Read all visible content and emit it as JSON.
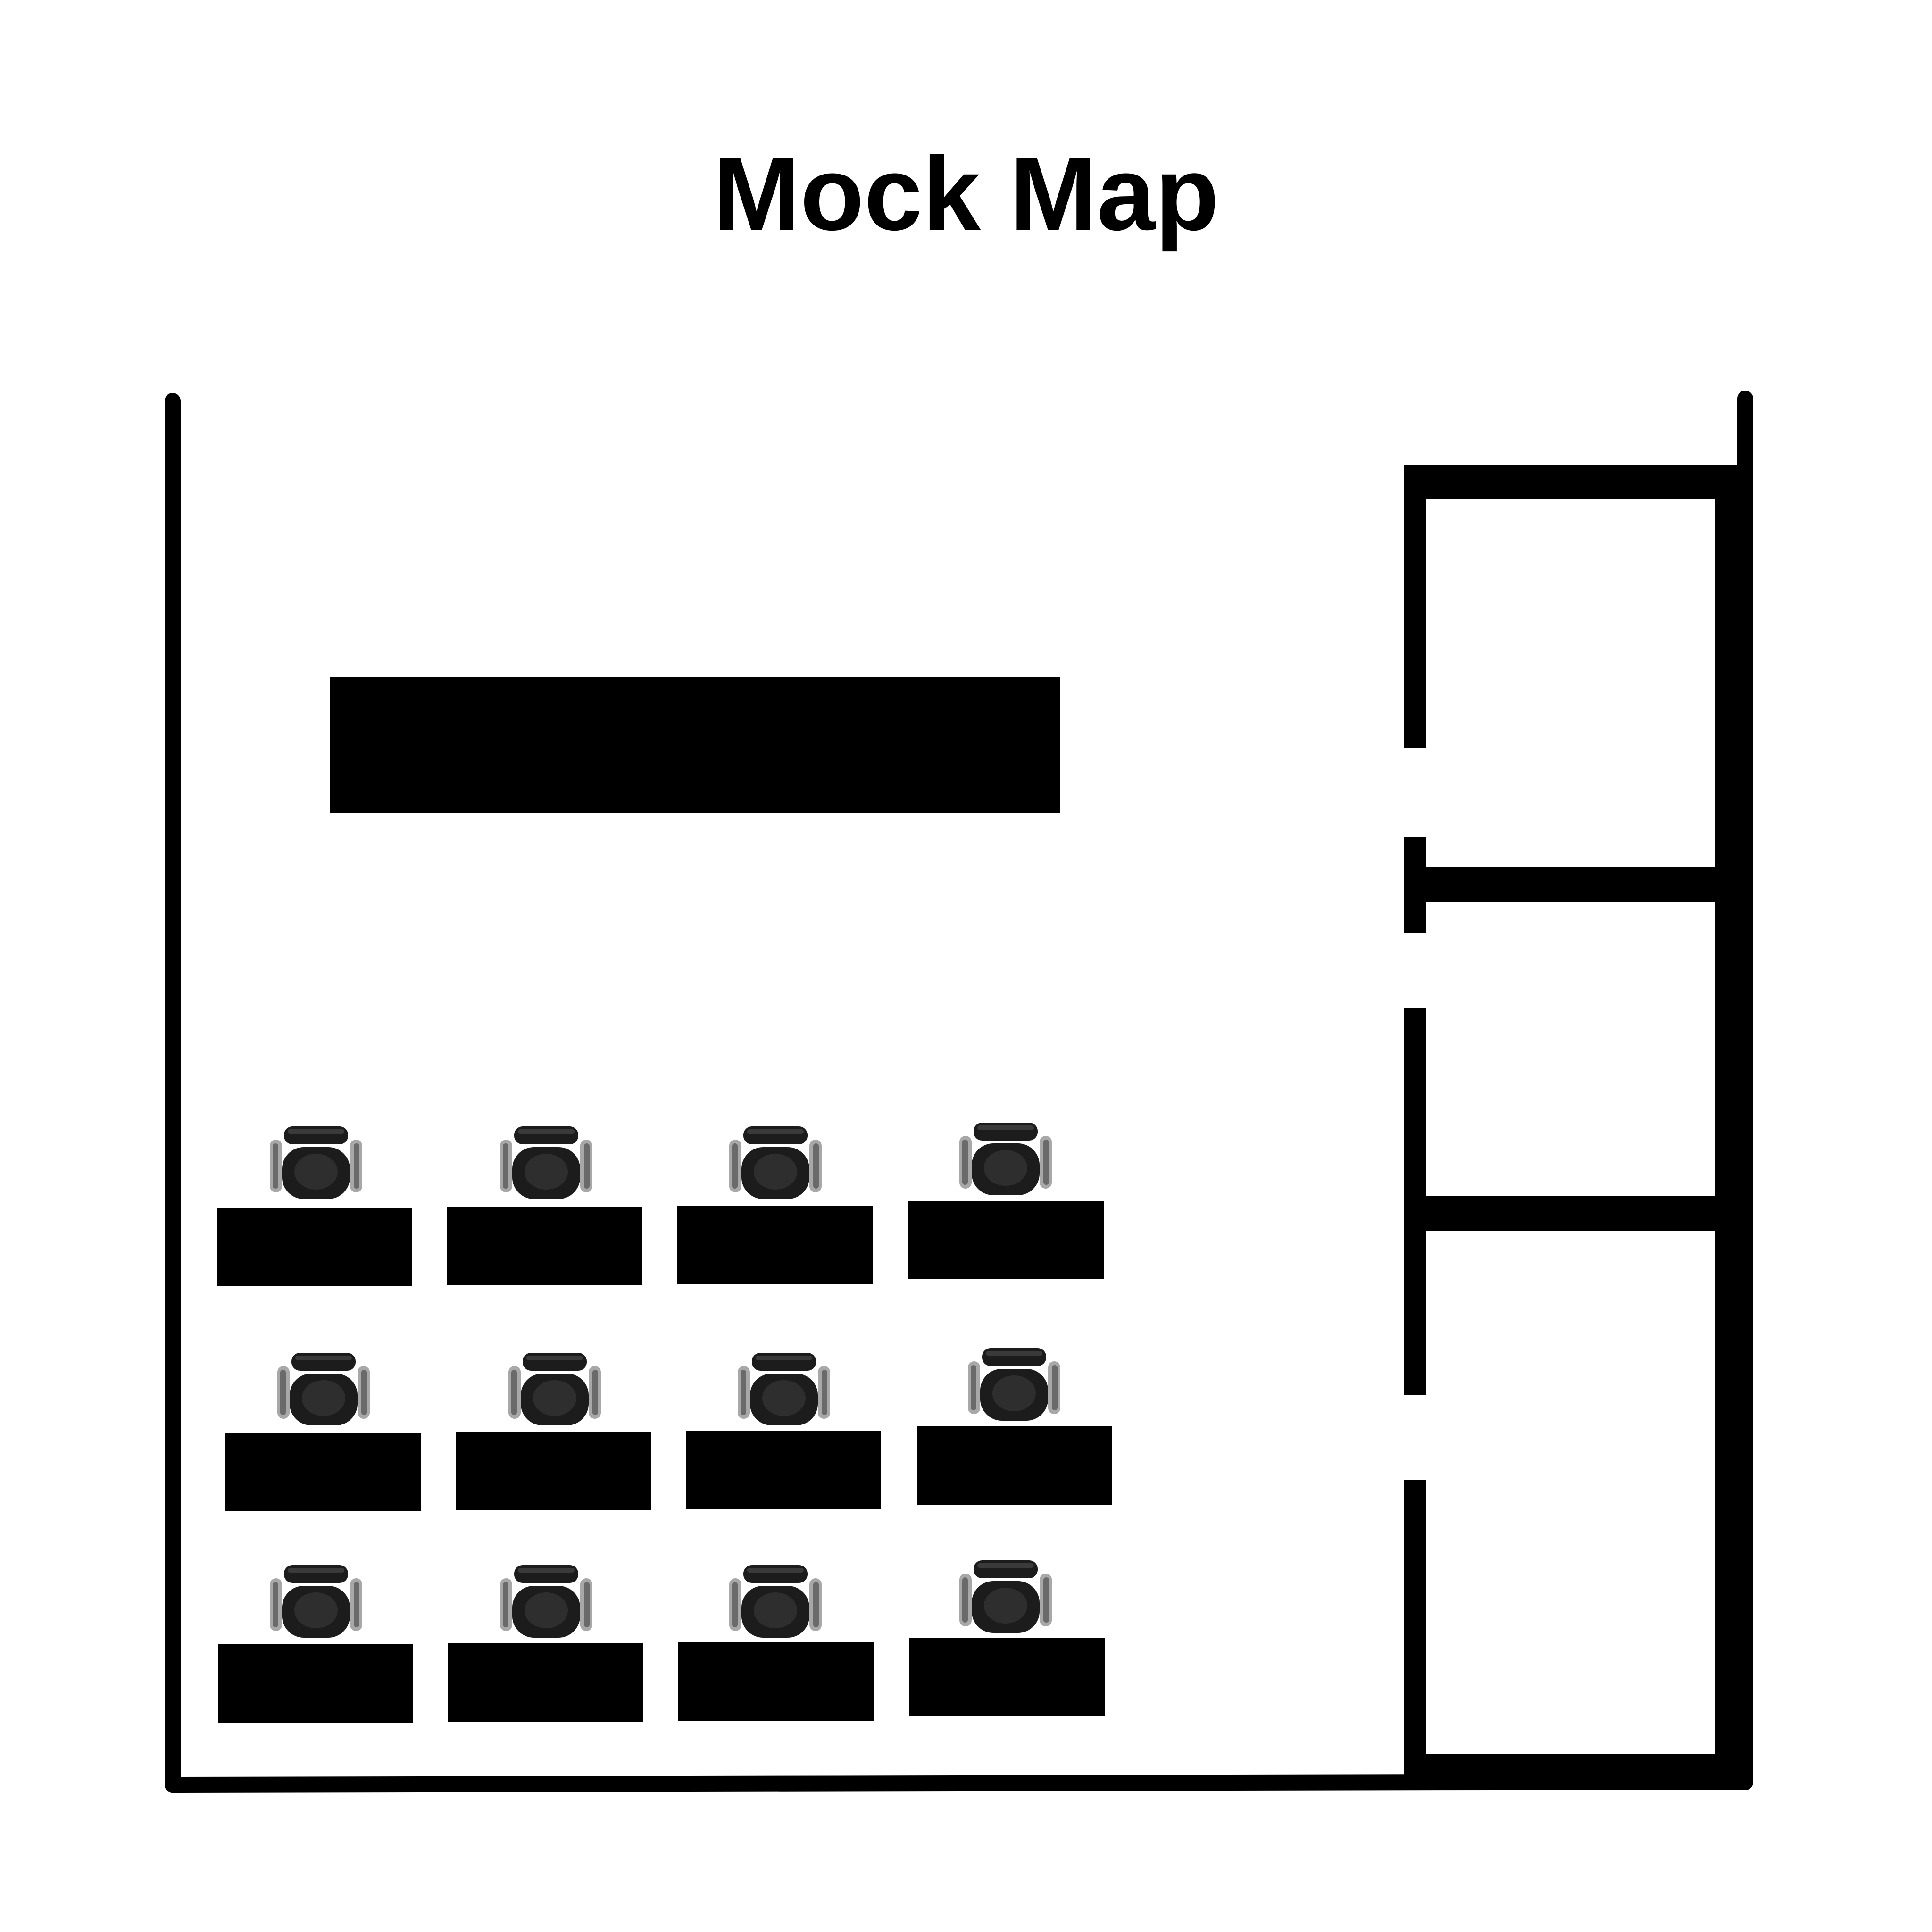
{
  "map": {
    "title": "Mock Map",
    "colors": {
      "wall": "#000000",
      "furniture": "#000000",
      "background": "#ffffff",
      "chair_body": "#1c1c1c",
      "chair_frame": "#a8a8a8"
    },
    "elements": {
      "outer_wall": "walls",
      "front_table": "table",
      "desk_rows": 3,
      "desks_per_row": 4,
      "desk_icon": "desk",
      "chair_icon": "office-chair-icon",
      "side_rooms": 3
    }
  }
}
